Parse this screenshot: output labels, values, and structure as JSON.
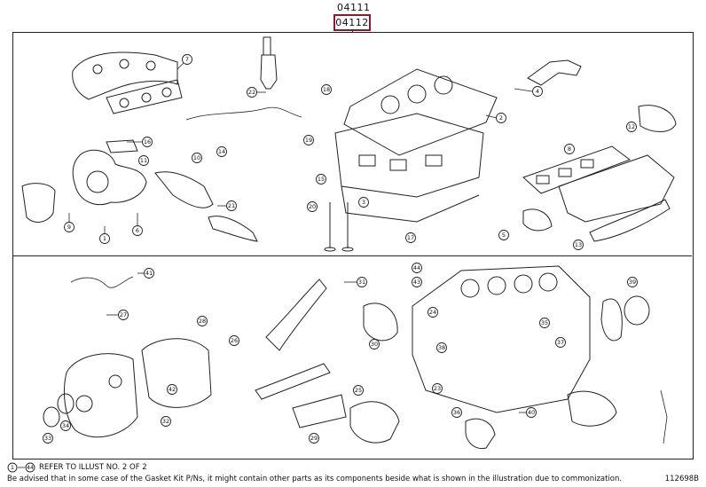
{
  "header": {
    "group_code": "04111",
    "selected_code": "04112"
  },
  "callouts": [
    "1",
    "2",
    "3",
    "4",
    "5",
    "6",
    "7",
    "8",
    "9",
    "10",
    "11",
    "12",
    "13",
    "14",
    "15",
    "16",
    "17",
    "18",
    "19",
    "20",
    "21",
    "22",
    "23",
    "24",
    "25",
    "26",
    "27",
    "28",
    "29",
    "30",
    "31",
    "32",
    "33",
    "34",
    "35",
    "36",
    "37",
    "38",
    "39",
    "40",
    "41",
    "42",
    "43",
    "44"
  ],
  "footer": {
    "ref_range_start": "1",
    "ref_range_end": "44",
    "ref_text": "REFER TO ILLUST NO. 2 OF 2",
    "note": "Be advised that in some case of the Gasket Kit P/Ns, it might contain other parts as its components beside what is shown in the illustration due to commonization.",
    "illustration_id": "112698B"
  }
}
